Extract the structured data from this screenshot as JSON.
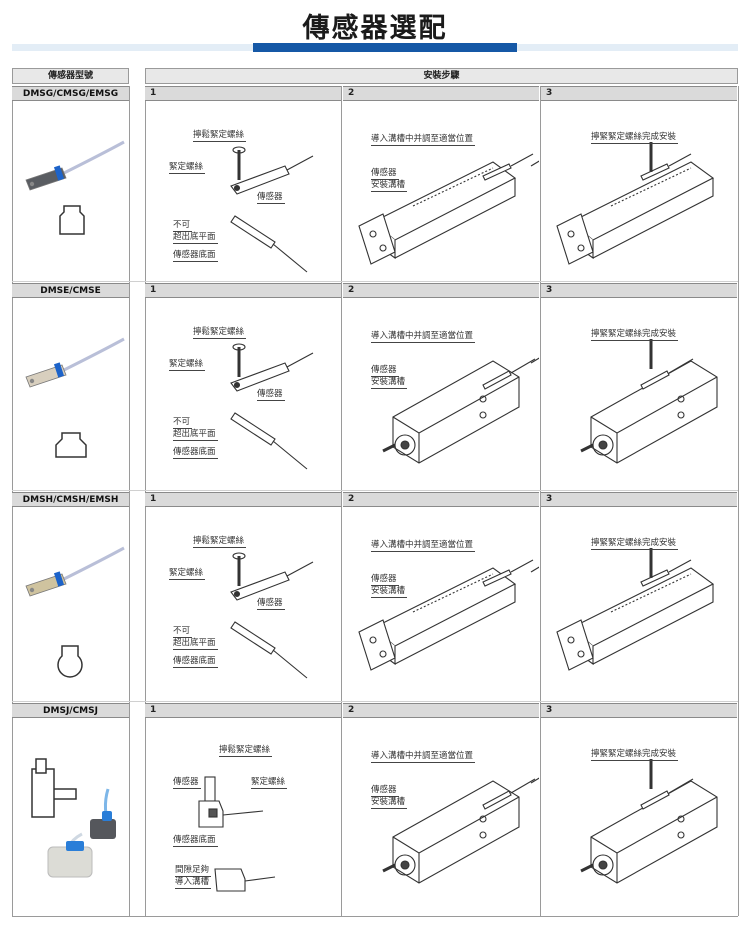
{
  "page": {
    "title": "傳感器選配"
  },
  "headers": {
    "left": "傳感器型號",
    "right": "安裝步驟"
  },
  "rows": [
    {
      "model": "DMSG/CMSG/EMSG",
      "steps": [
        {
          "num": "1",
          "labels": [
            "擰鬆緊定螺絲",
            "緊定螺絲",
            "傳感器",
            "不可",
            "超出底平面",
            "傳感器底面"
          ]
        },
        {
          "num": "2",
          "labels": [
            "導入溝槽中并調至適當位置",
            "傳感器",
            "安裝溝槽"
          ]
        },
        {
          "num": "3",
          "labels": [
            "擰緊緊定螺絲完成安裝"
          ]
        }
      ]
    },
    {
      "model": "DMSE/CMSE",
      "steps": [
        {
          "num": "1",
          "labels": [
            "擰鬆緊定螺絲",
            "緊定螺絲",
            "傳感器",
            "不可",
            "超出底平面",
            "傳感器底面"
          ]
        },
        {
          "num": "2",
          "labels": [
            "導入溝槽中并調至適當位置",
            "傳感器",
            "安裝溝槽"
          ]
        },
        {
          "num": "3",
          "labels": [
            "擰緊緊定螺絲完成安裝"
          ]
        }
      ]
    },
    {
      "model": "DMSH/CMSH/EMSH",
      "steps": [
        {
          "num": "1",
          "labels": [
            "擰鬆緊定螺絲",
            "緊定螺絲",
            "傳感器",
            "不可",
            "超出底平面",
            "傳感器底面"
          ]
        },
        {
          "num": "2",
          "labels": [
            "導入溝槽中并調至適當位置",
            "傳感器",
            "安裝溝槽"
          ]
        },
        {
          "num": "3",
          "labels": [
            "擰緊緊定螺絲完成安裝"
          ]
        }
      ]
    },
    {
      "model": "DMSJ/CMSJ",
      "steps": [
        {
          "num": "1",
          "labels": [
            "擰鬆緊定螺絲",
            "傳感器",
            "緊定螺絲",
            "傳感器底面",
            "間隙足夠",
            "導入溝槽"
          ]
        },
        {
          "num": "2",
          "labels": [
            "導入溝槽中并調至適當位置",
            "傳感器",
            "安裝溝槽"
          ]
        },
        {
          "num": "3",
          "labels": [
            "擰緊緊定螺絲完成安裝"
          ]
        }
      ]
    }
  ]
}
